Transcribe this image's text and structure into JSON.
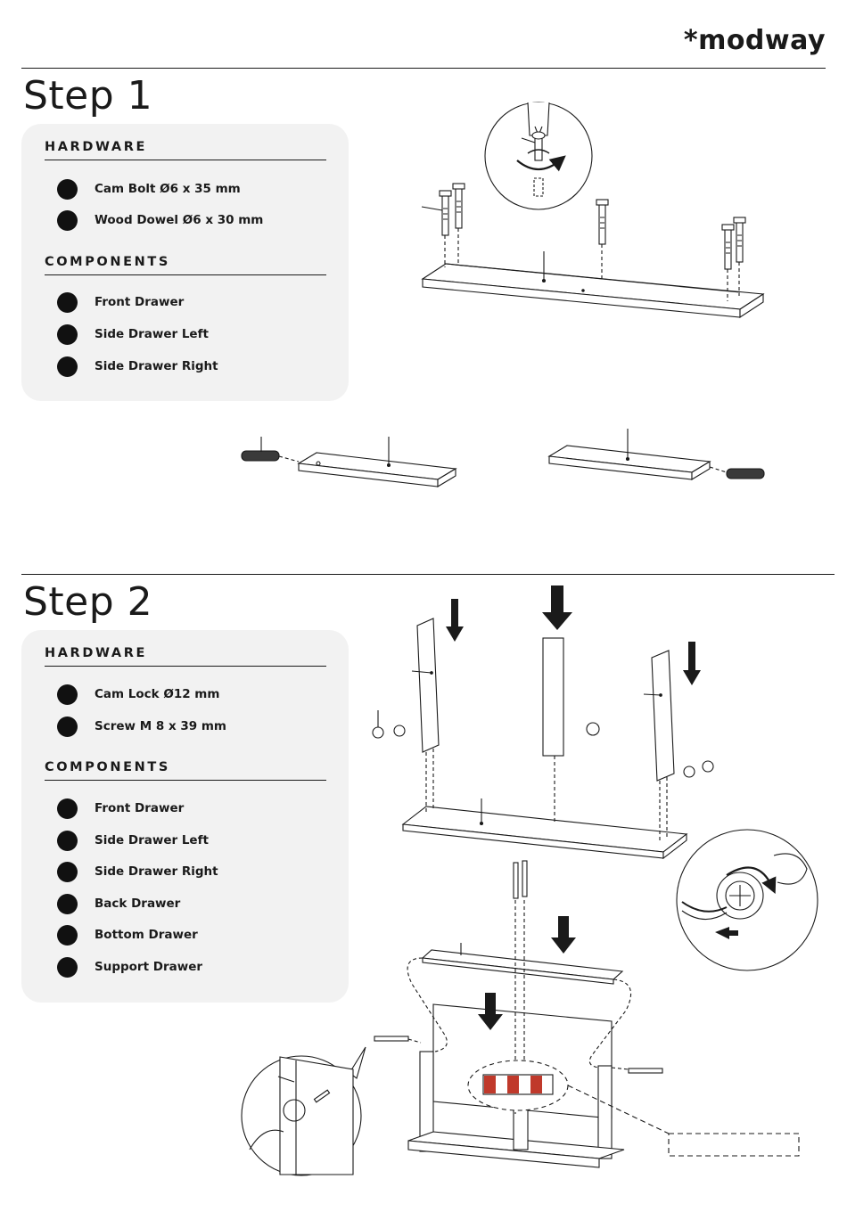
{
  "brand": {
    "logo_text": "*modway"
  },
  "step1": {
    "title": "Step 1",
    "hardware_heading": "HARDWARE",
    "hardware": [
      "Cam Bolt Ø6 x 35 mm",
      "Wood Dowel Ø6 x 30 mm"
    ],
    "components_heading": "COMPONENTS",
    "components": [
      "Front Drawer",
      "Side Drawer Left",
      "Side Drawer Right"
    ]
  },
  "step2": {
    "title": "Step 2",
    "hardware_heading": "HARDWARE",
    "hardware": [
      "Cam Lock Ø12 mm",
      "Screw M 8 x 39 mm"
    ],
    "components_heading": "COMPONENTS",
    "components": [
      "Front Drawer",
      "Side Drawer Left",
      "Side Drawer Right",
      "Back Drawer",
      "Bottom Drawer",
      "Support Drawer"
    ]
  }
}
